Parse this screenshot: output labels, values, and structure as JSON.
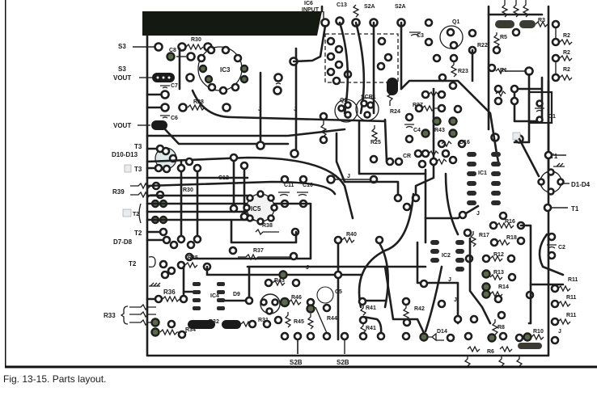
{
  "figure": {
    "caption": "Fig. 13-15. Parts layout."
  },
  "labels": {
    "ic6_input_1": "IC6",
    "ic6_input_2": "INPUT",
    "c13": "C13",
    "s2a_1": "S2A",
    "s2a_2": "S2A",
    "s3_top": "S3",
    "s3_vout_1": "S3",
    "s3_vout_2": "VOUT",
    "vout": "VOUT",
    "t3_top": "T3",
    "d10_d13": "D10-D13",
    "t3_box": "T3",
    "r39": "R39",
    "t2_box": "T2",
    "t2_mid": "T2",
    "d7_d8": "D7-D8",
    "t2_low": "T2",
    "r33": "R33",
    "r30": "R30",
    "c8": "C8",
    "ic3": "IC3",
    "c7": "C7",
    "r28": "R28",
    "c6": "C6",
    "c12": "C12",
    "r30b": "R30",
    "c11": "C11",
    "c10": "C10",
    "ic5": "IC5",
    "r38": "R38",
    "r37": "R37",
    "r35": "R35",
    "r36": "R36",
    "ic4": "IC4",
    "d9": "D9",
    "r32": "R32",
    "r34": "R34",
    "r31": "R31",
    "r43": "R43",
    "r46": "R46",
    "r45": "R45",
    "r44": "R44",
    "c5": "C5",
    "r40": "R40",
    "r41a": "R41",
    "r41b": "R41",
    "r42": "R42",
    "d14": "D14",
    "s2b_1": "S2B",
    "s2b_2": "S2B",
    "j": "J",
    "q2": "Q2",
    "scr1": "SCR1",
    "r24": "R24",
    "r25": "R25",
    "c4": "C4",
    "cr": "CR",
    "r27": "R27",
    "r23": "R23",
    "r43b": "R43",
    "d16": "D16",
    "c3": "C3",
    "q1": "Q1",
    "r22": "R22",
    "r5": "R5",
    "r3": "R3",
    "r2a": "R2",
    "r2b": "R2",
    "r2c": "R2",
    "r1": "R1",
    "c1": "C1",
    "ic1": "IC1",
    "t1_top": "T1",
    "d1_d4": "D1-D4",
    "t1_bot": "T1",
    "r16": "R16",
    "r17": "R17",
    "r18": "R18",
    "r12": "R12",
    "ic2": "IC2",
    "c2": "C2",
    "r13": "R13",
    "r14": "R14",
    "r11a": "R11",
    "r11b": "R11",
    "r11c": "R11",
    "r8": "R8",
    "r10": "R10",
    "r6": "R6"
  }
}
